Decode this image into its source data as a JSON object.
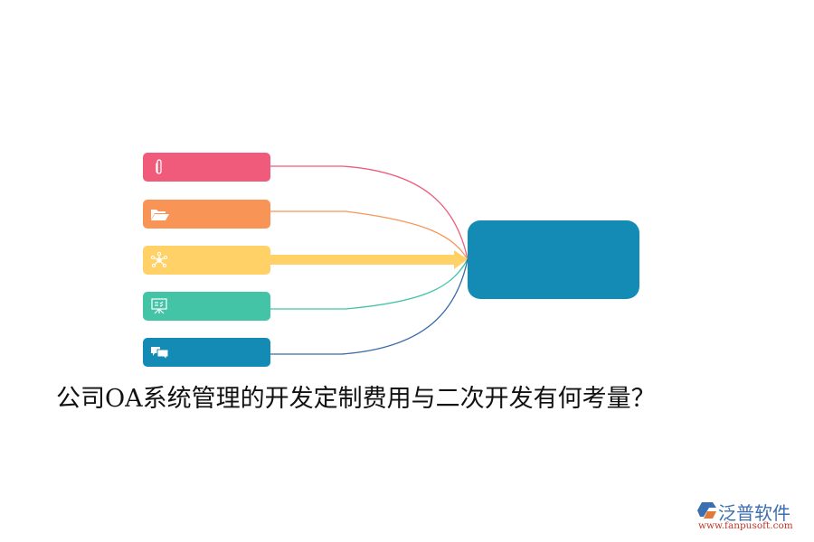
{
  "diagram": {
    "title": "公司OA系统管理的开发定制费用与二次开发有何考量？",
    "center_node": {
      "label": "",
      "color": "#138bb5"
    },
    "branches": [
      {
        "icon": "paperclip-icon",
        "label": "",
        "color": "#f05b7c",
        "link_color": "#f05b7c"
      },
      {
        "icon": "folder-open-icon",
        "label": "",
        "color": "#f89556",
        "link_color": "#f89556"
      },
      {
        "icon": "network-icon",
        "label": "",
        "color": "#ffd166",
        "link_color": "#ffd166"
      },
      {
        "icon": "presentation-board-icon",
        "label": "",
        "color": "#43c4a6",
        "link_color": "#43c4a6"
      },
      {
        "icon": "chat-bubbles-icon",
        "label": "",
        "color": "#138bb5",
        "link_color": "#3a6aa8"
      }
    ]
  },
  "watermark": {
    "brand": "泛普软件",
    "url": "www.fanpusoft.com"
  }
}
